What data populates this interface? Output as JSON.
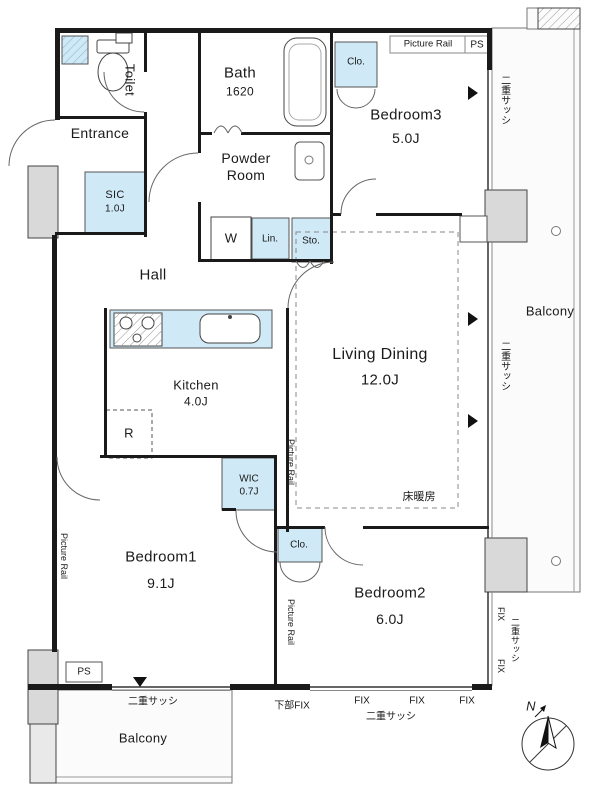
{
  "plan": {
    "rooms": {
      "toilet": {
        "name": "Toilet"
      },
      "entrance": {
        "name": "Entrance"
      },
      "sic": {
        "name": "SIC",
        "area": "1.0J"
      },
      "bath": {
        "name": "Bath",
        "size": "1620"
      },
      "powder_room": {
        "line1": "Powder",
        "line2": "Room"
      },
      "washer": {
        "abbr": "W"
      },
      "linen": {
        "abbr": "Lin."
      },
      "storage": {
        "abbr": "Sto."
      },
      "closet_bedroom3": {
        "abbr": "Clo."
      },
      "closet_bedroom2": {
        "abbr": "Clo."
      },
      "bedroom3": {
        "name": "Bedroom3",
        "area": "5.0J"
      },
      "hall": {
        "name": "Hall"
      },
      "kitchen": {
        "name": "Kitchen",
        "area": "4.0J"
      },
      "fridge": {
        "abbr": "R"
      },
      "living_dining": {
        "name": "Living Dining",
        "area": "12.0J"
      },
      "wic": {
        "name": "WIC",
        "area": "0.7J"
      },
      "bedroom1": {
        "name": "Bedroom1",
        "area": "9.1J"
      },
      "bedroom2": {
        "name": "Bedroom2",
        "area": "6.0J"
      },
      "balcony_right": {
        "name": "Balcony"
      },
      "balcony_bottom": {
        "name": "Balcony"
      }
    },
    "annotations": {
      "picture_rail": "Picture Rail",
      "ps": "PS",
      "double_sash": "二重サッシ",
      "fix": "FIX",
      "lower_fix": "下部FIX",
      "floor_heating": "床暖房",
      "north": "N"
    },
    "colors": {
      "wall": "#1a1a1a",
      "storage_fill": "#cfe9f6",
      "column_fill": "#d9d9d9",
      "balcony_fill": "#fbfbfb"
    }
  }
}
